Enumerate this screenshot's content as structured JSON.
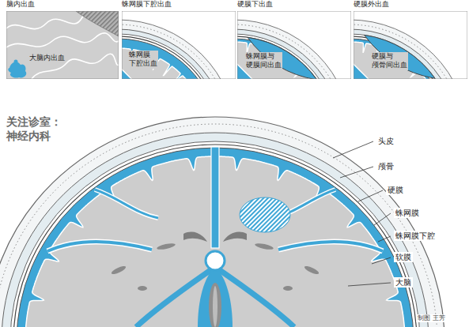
{
  "diagram": {
    "title": "关注诊室： 神经内科",
    "nodes": [
      {
        "text": [
          "脑内出血",
          "大脑内出血"
        ]
      },
      {
        "text": [
          "蛛网膜下腔出血",
          "蛛网膜 下腔出血"
        ]
      },
      {
        "text": [
          "硬膜下出血",
          "蛛网膜与 硬膜间出血"
        ]
      },
      {
        "text": [
          "硬膜外出血",
          "硬膜与 颅骨间出血"
        ]
      }
    ],
    "labels": [
      "头皮",
      "颅骨",
      "硬膜",
      "蛛网膜",
      "蛛网膜下腔",
      "软膜",
      "大脑",
      "制图 王芳"
    ]
  }
}
